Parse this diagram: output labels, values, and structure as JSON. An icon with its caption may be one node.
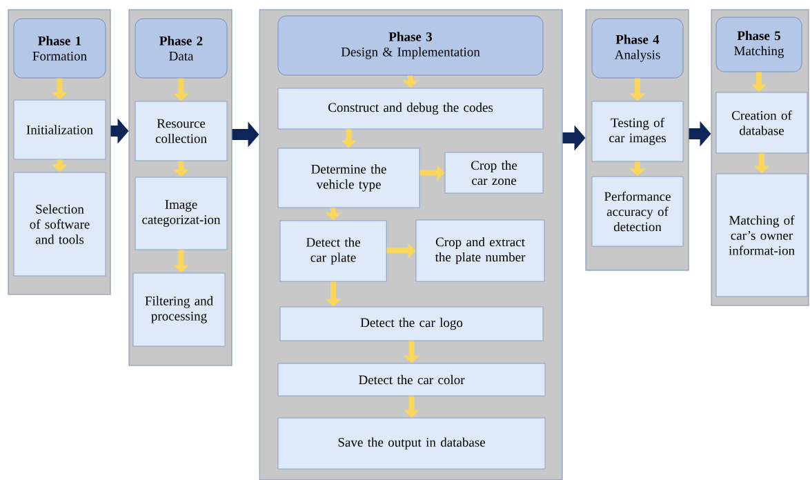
{
  "diagram": {
    "nodes": [
      {
        "text": [],
        "shape": "box"
      },
      {
        "text": [
          "Phase 1",
          "Formation"
        ],
        "in": 0
      },
      {
        "text": [
          "Initialization"
        ],
        "in": 0
      },
      {
        "text": [
          "Selection of software and tools"
        ],
        "in": 0
      },
      {
        "text": [],
        "shape": "box"
      },
      {
        "text": [
          "Phase 2",
          "Data"
        ],
        "in": 4
      },
      {
        "text": [
          "Resource collection"
        ],
        "in": 4
      },
      {
        "text": [
          "Image categorizat-ion"
        ],
        "in": 4
      },
      {
        "text": [
          "Filtering and processing"
        ],
        "in": 4
      },
      {
        "text": [],
        "shape": "box"
      },
      {
        "text": [
          "Phase 3",
          "Design & Implementation"
        ],
        "in": 9
      },
      {
        "text": [
          "Construct and debug the codes"
        ],
        "in": 9
      },
      {
        "text": [
          "Determine the vehicle type"
        ],
        "in": 9
      },
      {
        "text": [
          "Crop the car zone"
        ],
        "in": 9
      },
      {
        "text": [
          "Detect the car plate"
        ],
        "in": 9
      },
      {
        "text": [
          "Crop and extract the plate number"
        ],
        "in": 9
      },
      {
        "text": [
          "Detect the car logo"
        ],
        "in": 9
      },
      {
        "text": [
          "Detect the car color"
        ],
        "in": 9
      },
      {
        "text": [
          "Save the output in database"
        ],
        "in": 9
      },
      {
        "text": [],
        "shape": "box"
      },
      {
        "text": [
          "Phase 4",
          "Analysis"
        ],
        "in": 19
      },
      {
        "text": [
          "Testing of car images"
        ],
        "in": 19
      },
      {
        "text": [
          "Performance accuracy of detection"
        ],
        "in": 19
      },
      {
        "text": [],
        "shape": "box"
      },
      {
        "text": [
          "Phase 5",
          "Matching"
        ],
        "in": 23
      },
      {
        "text": [
          "Creation of database"
        ],
        "in": 23
      },
      {
        "text": [
          "Matching of car’s owner informat-ion"
        ],
        "in": 23
      }
    ],
    "edges": [
      {
        "from": 0,
        "to": 4,
        "arrow": "to",
        "style": "thick",
        "color": "#0e2657"
      },
      {
        "from": 4,
        "to": 9,
        "arrow": "to",
        "style": "thick",
        "color": "#0e2657"
      },
      {
        "from": 9,
        "to": 19,
        "arrow": "to",
        "style": "thick",
        "color": "#0e2657"
      },
      {
        "from": 19,
        "to": 23,
        "arrow": "to",
        "style": "thick",
        "color": "#0e2657"
      },
      {
        "from": 1,
        "to": 2,
        "arrow": "to"
      },
      {
        "from": 2,
        "to": 3,
        "arrow": "to"
      },
      {
        "from": 5,
        "to": 6,
        "arrow": "to"
      },
      {
        "from": 6,
        "to": 7,
        "arrow": "to"
      },
      {
        "from": 7,
        "to": 8,
        "arrow": "to"
      },
      {
        "from": 10,
        "to": 11,
        "arrow": "to"
      },
      {
        "from": 11,
        "to": 12,
        "arrow": "to"
      },
      {
        "from": 12,
        "to": 13,
        "arrow": "to"
      },
      {
        "from": 12,
        "to": 14,
        "arrow": "to"
      },
      {
        "from": 14,
        "to": 15,
        "arrow": "to"
      },
      {
        "from": 14,
        "to": 16,
        "arrow": "to"
      },
      {
        "from": 16,
        "to": 17,
        "arrow": "to"
      },
      {
        "from": 17,
        "to": 18,
        "arrow": "to"
      },
      {
        "from": 20,
        "to": 21,
        "arrow": "to"
      },
      {
        "from": 21,
        "to": 22,
        "arrow": "to"
      },
      {
        "from": 24,
        "to": 25,
        "arrow": "to"
      },
      {
        "from": 25,
        "to": 26,
        "arrow": "to"
      }
    ]
  }
}
